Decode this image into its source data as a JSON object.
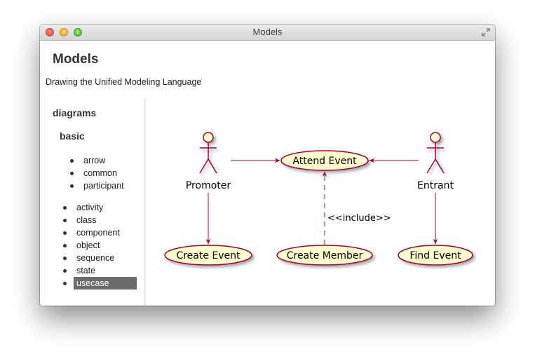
{
  "window": {
    "title": "Models"
  },
  "page": {
    "title": "Models",
    "subtitle": "Drawing the Unified Modeling Language"
  },
  "sidebar": {
    "heading": "diagrams",
    "subheading": "basic",
    "basic_items": [
      "arrow",
      "common",
      "participant"
    ],
    "items": [
      "activity",
      "class",
      "component",
      "object",
      "sequence",
      "state",
      "usecase"
    ],
    "selected": "usecase"
  },
  "diagram": {
    "actors": {
      "promoter": "Promoter",
      "entrant": "Entrant"
    },
    "usecases": {
      "attend_event": "Attend Event",
      "create_event": "Create Event",
      "create_member": "Create Member",
      "find_event": "Find Event"
    },
    "include_label": "<<include>>",
    "colors": {
      "usecase_fill": "#fefece",
      "line": "#a80036"
    }
  }
}
